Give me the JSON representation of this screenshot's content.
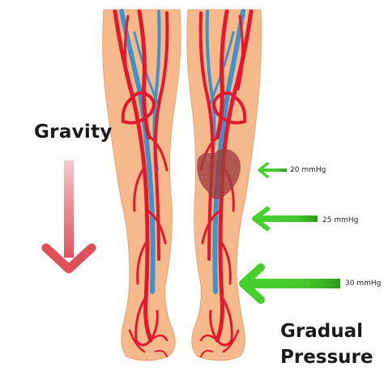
{
  "labels": {
    "gravity": "Gravity",
    "pressure_line1": "Gradual",
    "pressure_line2": "Pressure"
  },
  "pressures": [
    {
      "label": "20 mmHg",
      "value": 20
    },
    {
      "label": "25 mmHg",
      "value": 25
    },
    {
      "label": "30 mmHg",
      "value": 30
    }
  ],
  "colors": {
    "skin": "#f6b98c",
    "skin_edge": "#e9a274",
    "artery": "#e3192b",
    "vein": "#3f93c9",
    "ulcer": "#9b3a3a",
    "gravity_arrow": "#e0505a",
    "pressure_arrow": "#3ec628"
  }
}
